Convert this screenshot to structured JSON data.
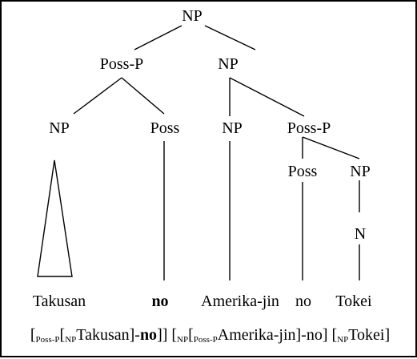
{
  "tree": {
    "root": "NP",
    "poss_p_left": "Poss-P",
    "np_right": "NP",
    "np_takusan": "NP",
    "poss_no": "Poss",
    "np_amerika": "NP",
    "poss_p_right": "Poss-P",
    "poss_inner": "Poss",
    "np_inner": "NP",
    "n_tokei": "N"
  },
  "words": {
    "takusan": "Takusan",
    "no_bold": "no",
    "amerika_jin": "Amerika-jin",
    "no_plain": "no",
    "tokei": "Tokei"
  },
  "bracketing": {
    "open1": "[",
    "label1": "Poss-P",
    "open2": "[",
    "label2": "NP",
    "word1": "Takusan]-",
    "bold1": "no",
    "close1": "]] [",
    "label3": "NP",
    "open3": "[",
    "label4": "Poss-P",
    "word2": "Amerika-jin]-no] [",
    "label5": "NP",
    "word3": "Tokei]"
  },
  "colors": {
    "ink": "#000000",
    "background": "#ffffff"
  }
}
